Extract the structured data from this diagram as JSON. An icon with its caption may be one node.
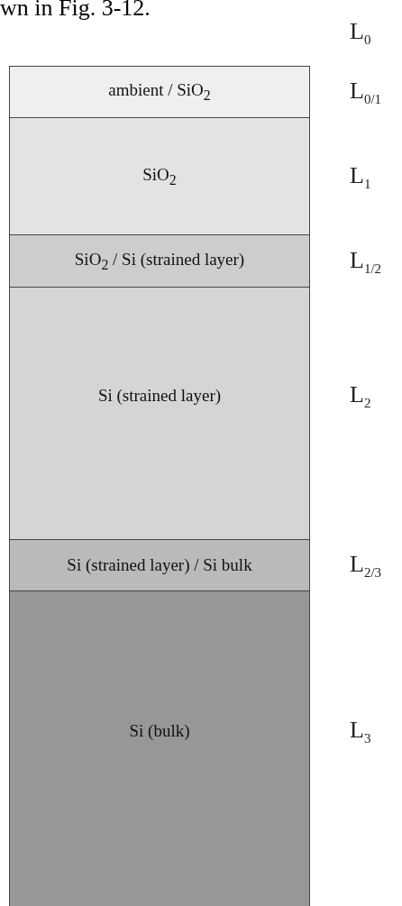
{
  "diagram": {
    "nodes": [
      {
        "text": [
          "ambient / SiO$_{2}$"
        ],
        "beside": [
          "L$_{0/1}$"
        ]
      },
      {
        "text": [
          "SiO$_{2}$"
        ],
        "beside": [
          "L$_{1}$"
        ]
      },
      {
        "text": [
          "SiO$_{2}$ / Si (strained layer)"
        ],
        "beside": [
          "L$_{1/2}$"
        ]
      },
      {
        "text": [
          "Si (strained layer)"
        ],
        "beside": [
          "L$_{2}$"
        ]
      },
      {
        "text": [
          "Si (strained layer) / Si bulk"
        ],
        "beside": [
          "L$_{2/3}$"
        ]
      },
      {
        "text": [
          "Si (bulk)"
        ],
        "beside": [
          "L$_{3}$"
        ]
      }
    ],
    "labels": [
      "wn in Fig. 3-12.",
      "L$_{0}$"
    ]
  }
}
